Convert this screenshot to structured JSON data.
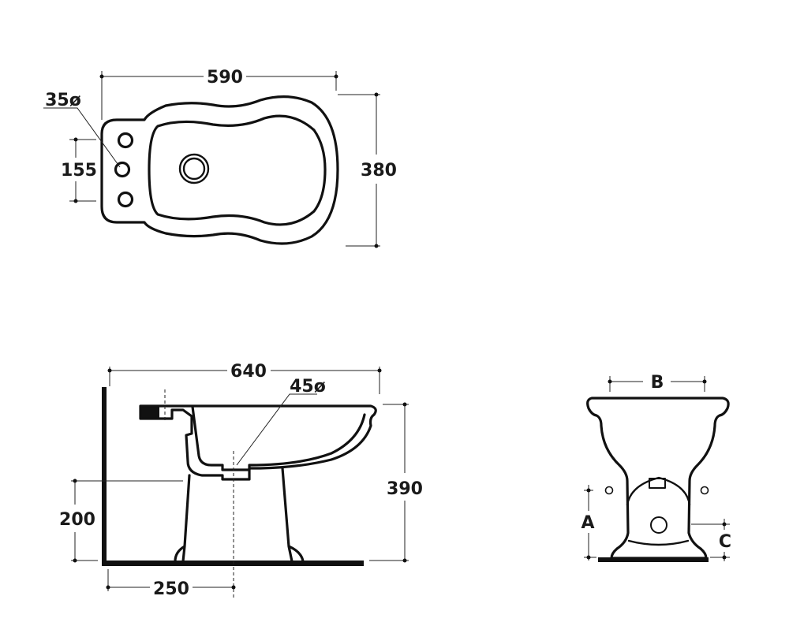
{
  "top_view": {
    "width_label": "590",
    "depth_label": "380",
    "hole_spacing_label": "155",
    "hole_diameter_label": "35ø"
  },
  "side_view": {
    "length_label": "640",
    "drain_diameter_label": "45ø",
    "height_label": "390",
    "supply_height_label": "200",
    "drain_distance_label": "250"
  },
  "front_view": {
    "label_b": "B",
    "label_a": "A",
    "label_c": "C"
  }
}
